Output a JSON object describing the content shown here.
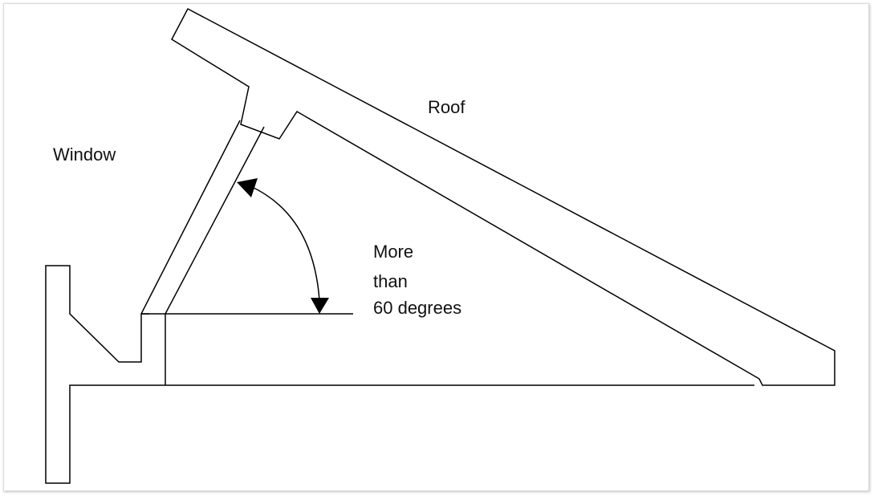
{
  "labels": {
    "roof": "Roof",
    "window": "Window",
    "angle_line1": "More",
    "angle_line2": "than",
    "angle_line3": "60 degrees"
  },
  "colors": {
    "line": "#000000",
    "background": "#ffffff"
  }
}
